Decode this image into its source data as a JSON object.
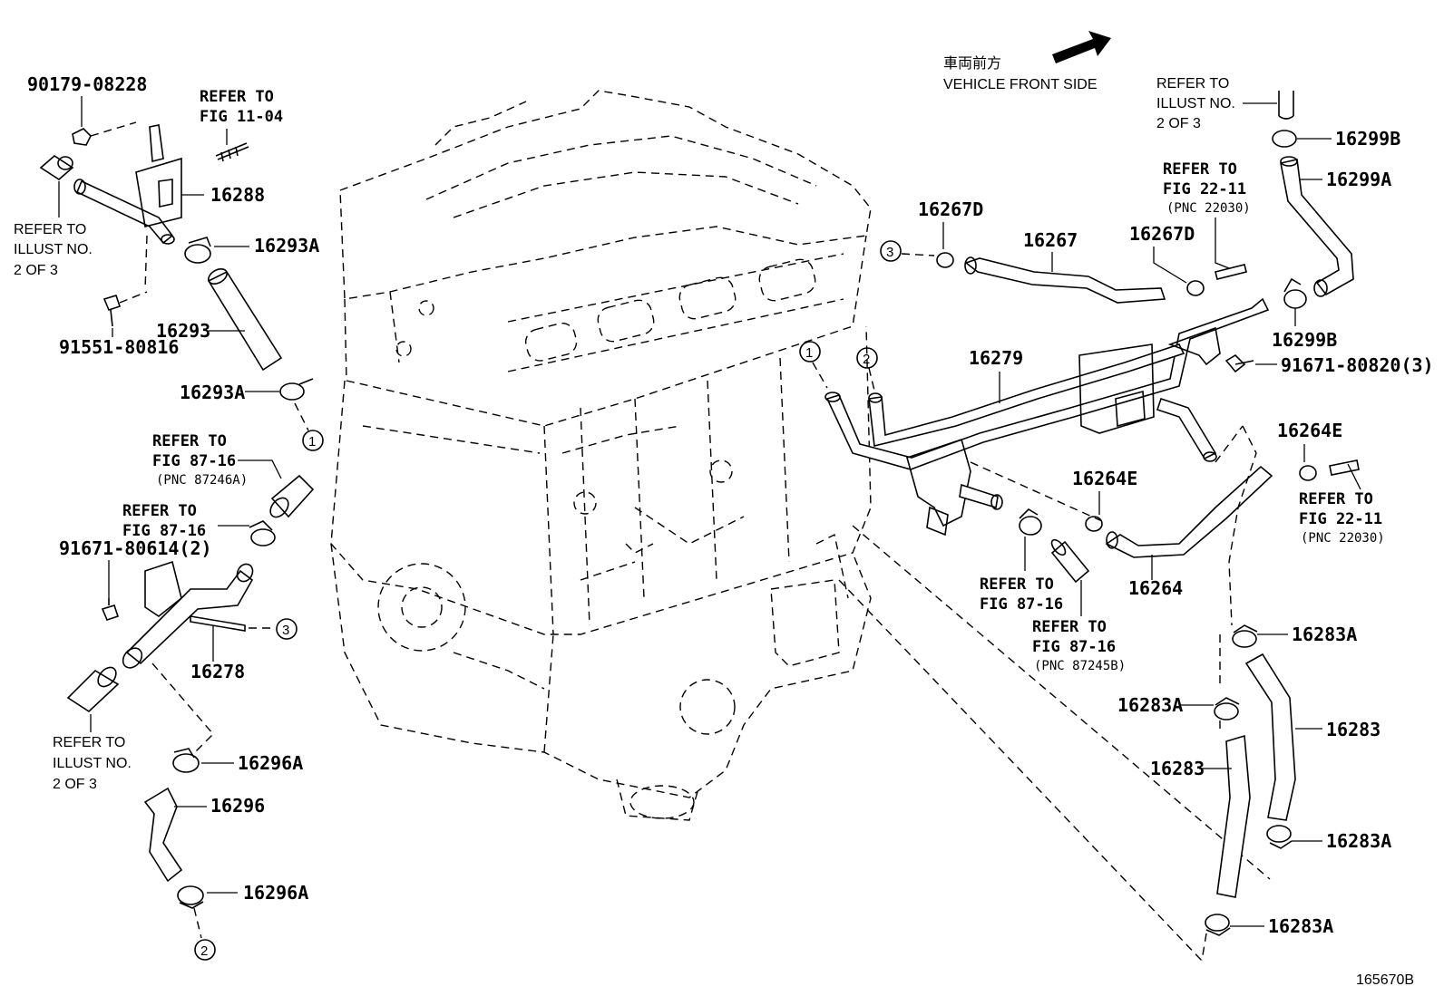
{
  "direction": {
    "japanese": "車両前方",
    "english": "VEHICLE FRONT SIDE"
  },
  "parts": {
    "p90179": "90179-08228",
    "p16288": "16288",
    "p16293A_top": "16293A",
    "p16293": "16293",
    "p91551": "91551-80816",
    "p16293A_bot": "16293A",
    "p91671_80614": "91671-80614(2)",
    "p16278": "16278",
    "p16296A_top": "16296A",
    "p16296": "16296",
    "p16296A_bot": "16296A",
    "p16267D_left": "16267D",
    "p16267": "16267",
    "p16267D_right": "16267D",
    "p16279": "16279",
    "p16299B_top": "16299B",
    "p16299A": "16299A",
    "p16299B_bot": "16299B",
    "p91671_80820": "91671-80820(3)",
    "p16264E_right": "16264E",
    "p16264E_mid": "16264E",
    "p16264": "16264",
    "p16283A_1": "16283A",
    "p16283A_2": "16283A",
    "p16283_right": "16283",
    "p16283_left": "16283",
    "p16283A_3": "16283A",
    "p16283A_4": "16283A"
  },
  "refs": {
    "refer_to": "REFER TO",
    "fig_11_04": "FIG 11-04",
    "illust_no": "ILLUST NO.",
    "two_of_three": "2 OF 3",
    "fig_87_16": "FIG 87-16",
    "pnc_87246a": "(PNC 87246A)",
    "fig_22_11": "FIG 22-11",
    "pnc_22030": "(PNC 22030)",
    "pnc_87245b": "(PNC 87245B)"
  },
  "circles": {
    "one": "1",
    "two": "2",
    "three": "3"
  },
  "illustration_id": "165670B"
}
